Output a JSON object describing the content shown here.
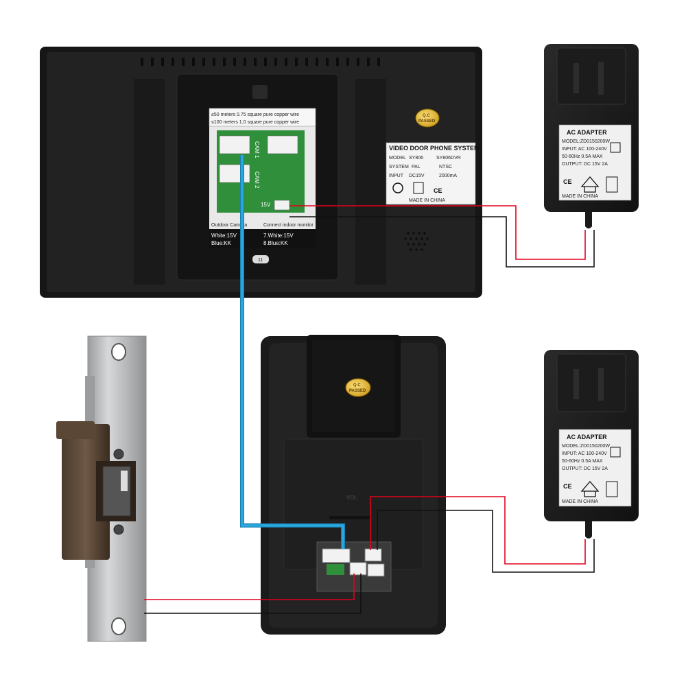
{
  "monitor": {
    "wire_table": {
      "row1": "≤50 meters   0.75 square pure copper wire",
      "row2": "≤100 meters   1.0 square pure copper wire"
    },
    "cam1_label": "CAM 1",
    "cam2_label": "CAM 2",
    "power_label": "15V",
    "outdoor_title": "Outdoor Camera",
    "indoor_title": "Connect indoor monitor",
    "outdoor_line1": "White:15V",
    "outdoor_line2": "Blue:KK",
    "indoor_line1": "7.White:15V",
    "indoor_line2": "8.Blue:KK",
    "port_number": "11",
    "qc_line1": "Q.C",
    "qc_line2": "PASSED",
    "spec_label": {
      "title": "VIDEO DOOR PHONE SYSTEM",
      "model_key": "MODEL",
      "model_a": "SY806",
      "model_b": "SY806DVR",
      "system_key": "SYSTEM",
      "system_a": "PAL",
      "system_b": "NTSC",
      "input_key": "INPUT",
      "input_v": "DC15V",
      "input_a": "2000mA",
      "made_in": "MADE IN CHINA",
      "ce": "CE"
    }
  },
  "adapter_top": {
    "title": "AC ADAPTER",
    "model": "MODEL:ZD0150200W",
    "input": "INPUT: AC 100-240V",
    "freq": "50-60Hz 0.5A MAX",
    "output": "OUTPUT: DC 15V 2A",
    "ce": "CE",
    "made_in": "MADE IN CHINA"
  },
  "adapter_bottom": {
    "title": "AC ADAPTER",
    "model": "MODEL:ZD0150200W",
    "input": "INPUT: AC 100-240V",
    "freq": "50-60Hz 0.5A MAX",
    "output": "OUTPUT: DC 15V 2A",
    "ce": "CE",
    "made_in": "MADE IN CHINA"
  },
  "camera": {
    "qc_line1": "Q.C",
    "qc_line2": "PASSED",
    "vol_label": "VOL"
  },
  "colors": {
    "power_positive_wire": "#e3001b",
    "power_negative_wire": "#111111",
    "signal_cable": "#29a9e0",
    "device_body": "#1b1b1b",
    "pcb_green": "#2f8f3a",
    "steel": "#b7b9bb"
  }
}
